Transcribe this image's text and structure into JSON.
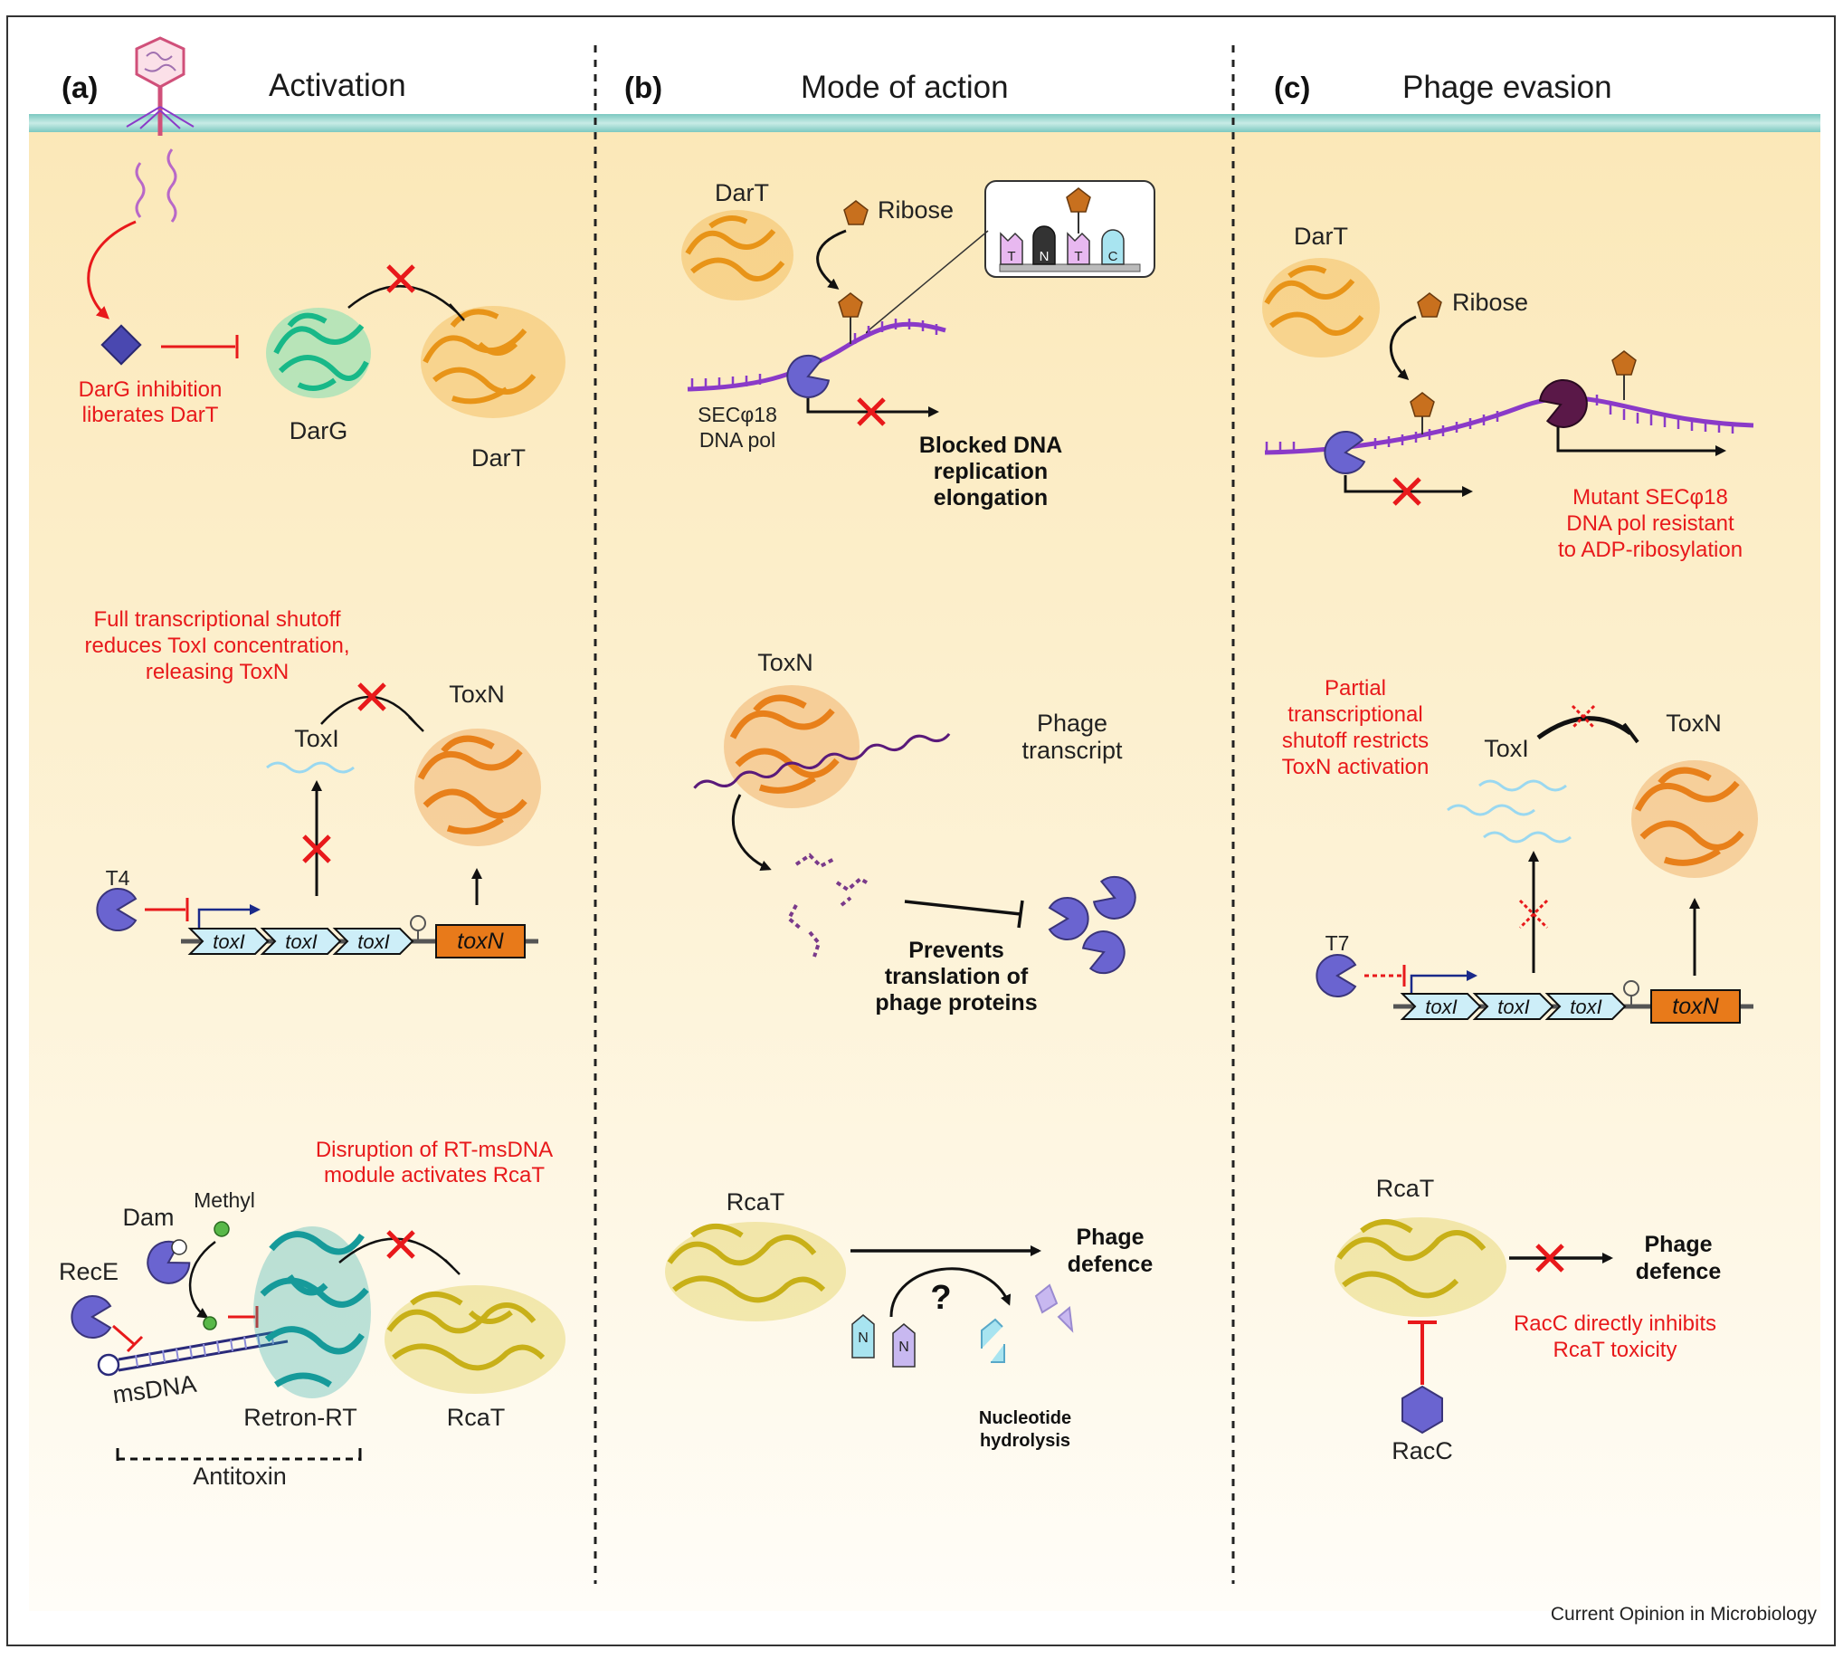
{
  "panels": {
    "a": {
      "letter": "(a)",
      "title": "Activation",
      "darg_note": [
        "DarG inhibition",
        "liberates DarT"
      ],
      "darg_label": "DarG",
      "dart_label": "DarT",
      "toxn_note": [
        "Full transcriptional shutoff",
        "reduces ToxI concentration,",
        "releasing ToxN"
      ],
      "toxi_label": "ToxI",
      "toxn_label": "ToxN",
      "t4_label": "T4",
      "toxi_gene": "toxI",
      "toxn_gene": "toxN",
      "rcat_note": [
        "Disruption of RT-msDNA",
        "module activates RcaT"
      ],
      "dam_label": "Dam",
      "methyl_label": "Methyl",
      "rece_label": "RecE",
      "msdna_label": "msDNA",
      "retron_label": "Retron-RT",
      "rcat_label": "RcaT",
      "antitoxin_label": "Antitoxin"
    },
    "b": {
      "letter": "(b)",
      "title": "Mode of action",
      "dart_label": "DarT",
      "ribose_label": "Ribose",
      "inset_bases": [
        "T",
        "N",
        "T",
        "C"
      ],
      "pol_label": [
        "SECφ18",
        "DNA pol"
      ],
      "blocked_label": [
        "Blocked DNA",
        "replication",
        "elongation"
      ],
      "toxn_label": "ToxN",
      "transcript_label": [
        "Phage",
        "transcript"
      ],
      "prevents_label": [
        "Prevents",
        "translation of",
        "phage proteins"
      ],
      "rcat_label": "RcaT",
      "defence_label": [
        "Phage",
        "defence"
      ],
      "question": "?",
      "nucleotide_letter": "N",
      "hydrolysis_label": [
        "Nucleotide",
        "hydrolysis"
      ]
    },
    "c": {
      "letter": "(c)",
      "title": "Phage evasion",
      "dart_label": "DarT",
      "ribose_label": "Ribose",
      "mutant_note": [
        "Mutant SECφ18",
        "DNA pol resistant",
        "to ADP-ribosylation"
      ],
      "partial_note": [
        "Partial",
        "transcriptional",
        "shutoff restricts",
        "ToxN activation"
      ],
      "toxi_label": "ToxI",
      "toxn_label": "ToxN",
      "t7_label": "T7",
      "toxi_gene": "toxI",
      "toxn_gene": "toxN",
      "rcat_label": "RcaT",
      "defence_label": [
        "Phage",
        "defence"
      ],
      "racc_note": [
        "RacC directly inhibits",
        "RcaT toxicity"
      ],
      "racc_label": "RacC"
    }
  },
  "footer": "Current Opinion in Microbiology",
  "colors": {
    "inhibit_red": "#e8191b",
    "dart_orange": "#f0a830",
    "toxn_orange": "#e8801a",
    "rcat_yellow": "#d8c020",
    "darg_green": "#3ad8a8",
    "retron_teal": "#20a8a8",
    "polymerase_blue": "#6a64d0",
    "dna_purple": "#8a3ac8",
    "ribose_brown": "#c8701e"
  }
}
